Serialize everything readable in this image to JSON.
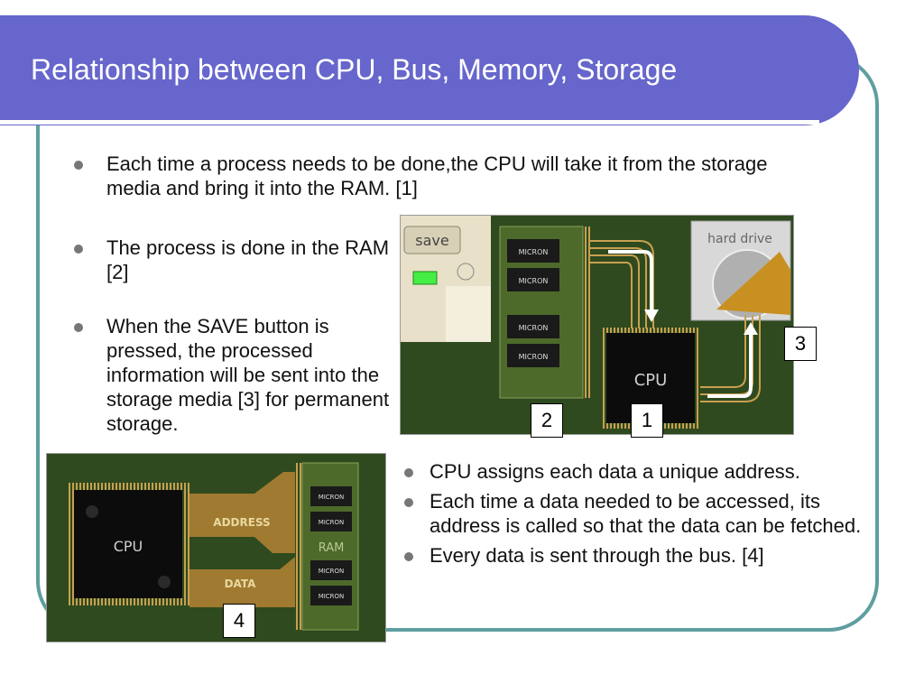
{
  "slide": {
    "title": "Relationship between CPU, Bus, Memory, Storage",
    "bullets_top": [
      "Each time a process needs to be done,the CPU will take it from the storage media and bring it into the RAM. [1]"
    ],
    "bullets_left": [
      "The process is done in the RAM [2]",
      "When the SAVE button is pressed, the processed information will be sent into the storage media [3] for permanent storage."
    ],
    "bullets_right": [
      "CPU assigns each data a unique address.",
      "Each time a data needed to be accessed, its address is called so that the data can be fetched.",
      "Every data is sent through the bus. [4]"
    ]
  },
  "figure1": {
    "save_label": "save",
    "hard_drive_label": "hard drive",
    "cpu_label": "CPU",
    "chip_label": "MICRON",
    "callouts": {
      "c1": "1",
      "c2": "2",
      "c3": "3"
    }
  },
  "figure2": {
    "cpu_label": "CPU",
    "address_label": "ADDRESS",
    "data_label": "DATA",
    "ram_label": "RAM",
    "chip_label": "MICRON",
    "callout": "4"
  },
  "colors": {
    "title_bar": "#6666cc",
    "frame": "#5f9ea0",
    "board_green": "#2f4a1e",
    "gold": "#c8a050"
  }
}
